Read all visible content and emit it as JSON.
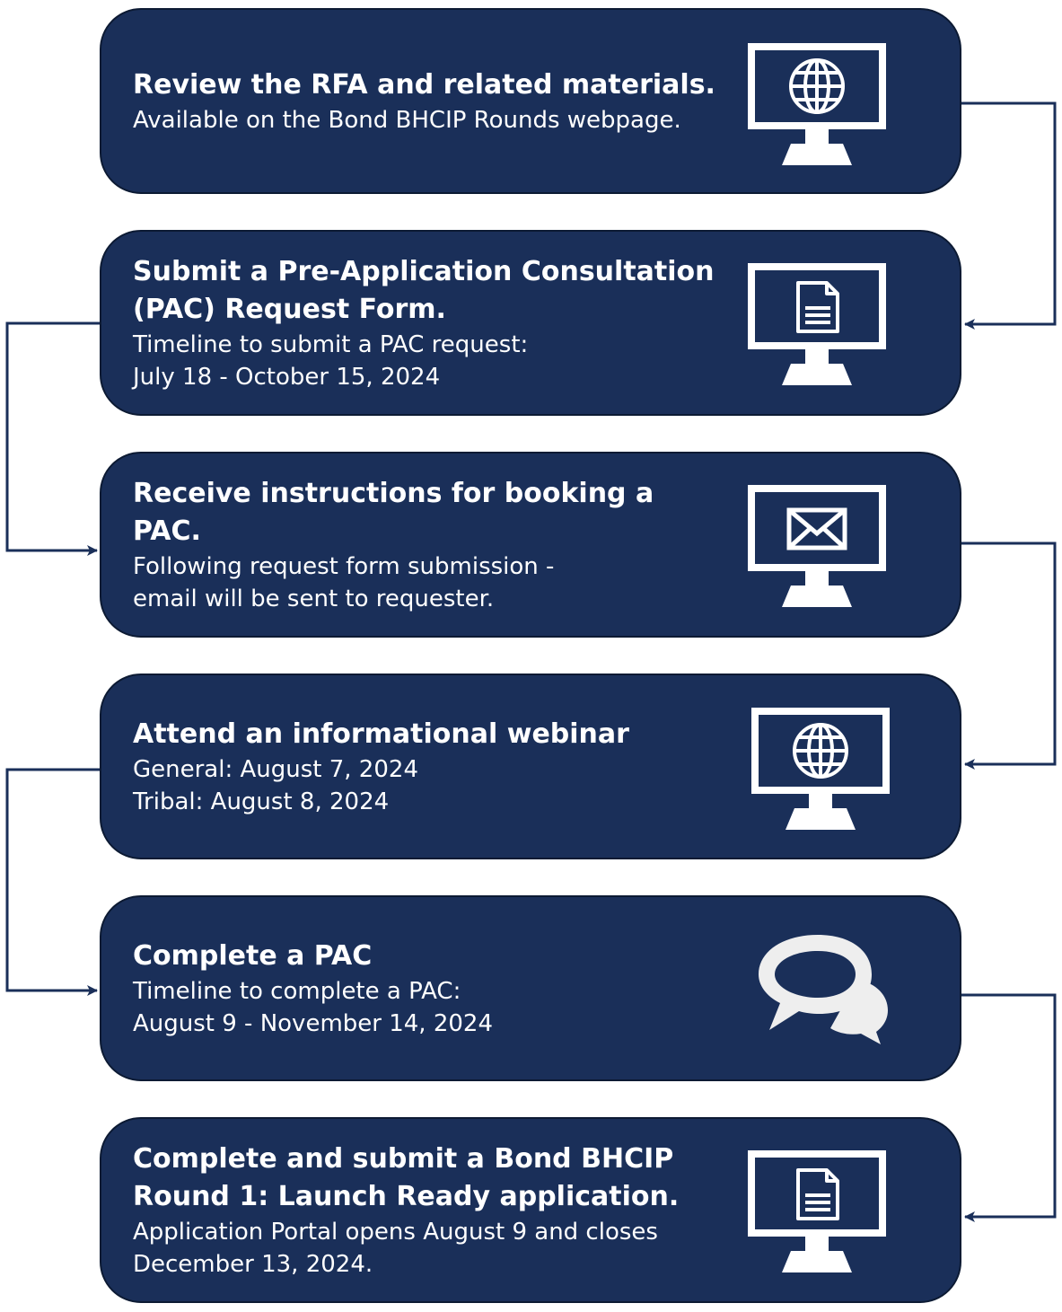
{
  "colors": {
    "box": "#1a2f59",
    "line": "#1a2f59",
    "icon": "#ffffff",
    "bubble": "#eeeeee"
  },
  "steps": [
    {
      "title": "Review the RFA and related materials.",
      "desc": "Available on the Bond BHCIP Rounds webpage.",
      "icon": "globe-monitor-icon"
    },
    {
      "title": "Submit a Pre-Application Consultation (PAC) Request Form.",
      "desc": "Timeline to submit a PAC request:\nJuly 18 - October 15, 2024",
      "icon": "document-monitor-icon"
    },
    {
      "title": "Receive instructions for booking a PAC.",
      "desc": "Following request form submission -\nemail will be sent to requester.",
      "icon": "envelope-monitor-icon"
    },
    {
      "title": "Attend an informational webinar",
      "desc": "General: August 7, 2024\nTribal: August 8, 2024",
      "icon": "globe-monitor-icon"
    },
    {
      "title": "Complete a PAC",
      "desc": "Timeline to complete a PAC:\nAugust 9 - November 14, 2024",
      "icon": "chat-bubbles-icon"
    },
    {
      "title": "Complete and submit a Bond BHCIP Round 1: Launch Ready application.",
      "desc": "Application Portal opens August 9 and closes\nDecember 13, 2024.",
      "icon": "document-monitor-icon"
    }
  ]
}
